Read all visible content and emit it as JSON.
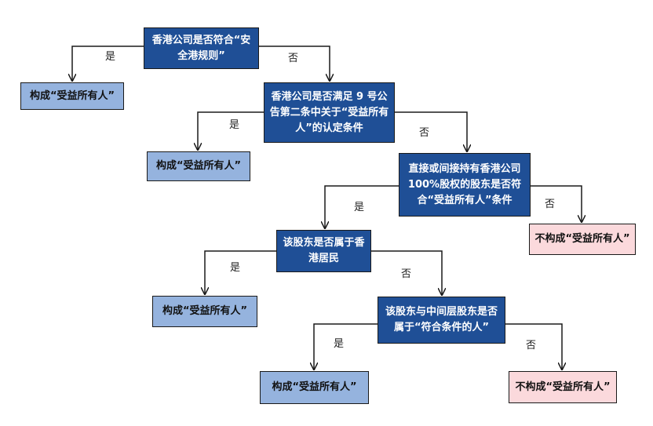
{
  "colors": {
    "decision_fill": "#1f4f96",
    "yes_result_fill": "#95b3de",
    "no_result_fill": "#fbd9dc",
    "line": "#1a1a1a"
  },
  "nodes": {
    "d1": "香港公司是否符合“安全港规则”",
    "r1": "构成“受益所有人”",
    "d2": "香港公司是否满足 9 号公告第二条中关于“受益所有人”的认定条件",
    "r2": "构成“受益所有人”",
    "d3": "直接或间接持有香港公司100%股权的股东是否符合“受益所有人”条件",
    "r3": "不构成“受益所有人”",
    "d4": "该股东是否属于香港居民",
    "r4": "构成“受益所有人”",
    "d5": "该股东与中间层股东是否属于“符合条件的人”",
    "r5": "构成“受益所有人”",
    "r6": "不构成“受益所有人”"
  },
  "labels": {
    "yes": "是",
    "no": "否"
  }
}
